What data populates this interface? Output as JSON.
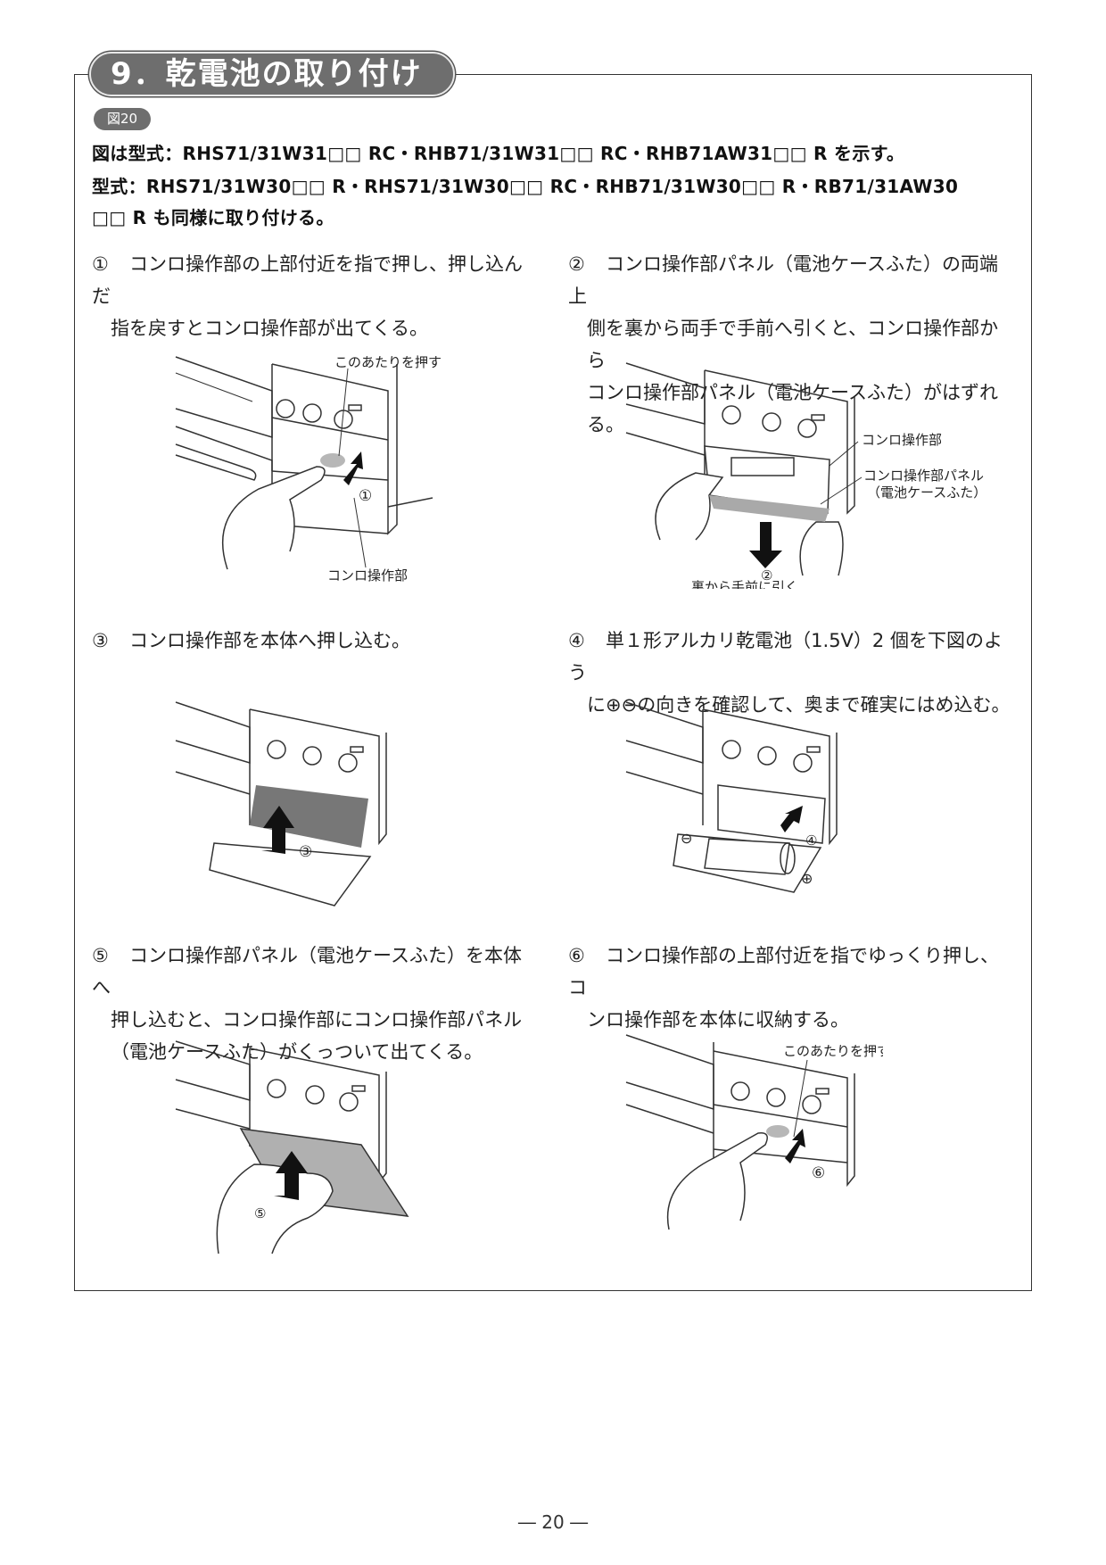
{
  "section": {
    "title": "9．乾電池の取り付け"
  },
  "figure": {
    "label": "図20"
  },
  "models": {
    "line1": "図は型式：RHS71/31W31□□ RC・RHB71/31W31□□ RC・RHB71AW31□□ R を示す。",
    "line2": "型式：RHS71/31W30□□ R・RHS71/31W30□□ RC・RHB71/31W30□□ R・RB71/31AW30",
    "line3": "□□ R も同様に取り付ける。"
  },
  "steps": [
    {
      "num": "①",
      "first": "コンロ操作部の上部付近を指で押し、押し込んだ",
      "rest": [
        "指を戻すとコンロ操作部が出てくる。"
      ]
    },
    {
      "num": "②",
      "first": "コンロ操作部パネル（電池ケースふた）の両端上",
      "rest": [
        "側を裏から両手で手前へ引くと、コンロ操作部から",
        "コンロ操作部パネル（電池ケースふた）がはずれる。"
      ]
    },
    {
      "num": "③",
      "first": "コンロ操作部を本体へ押し込む。",
      "rest": []
    },
    {
      "num": "④",
      "first": "単１形アルカリ乾電池（1.5V）2 個を下図のよう",
      "rest": [
        "に⊕⊖の向きを確認して、奥まで確実にはめ込む。"
      ]
    },
    {
      "num": "⑤",
      "first": "コンロ操作部パネル（電池ケースふた）を本体へ",
      "rest": [
        "押し込むと、コンロ操作部にコンロ操作部パネル",
        "（電池ケースふた）がくっついて出てくる。"
      ]
    },
    {
      "num": "⑥",
      "first": "コンロ操作部の上部付近を指でゆっくり押し、コ",
      "rest": [
        "ンロ操作部を本体に収納する。"
      ]
    }
  ],
  "callouts": {
    "press_here": "このあたりを押す",
    "control_unit": "コンロ操作部",
    "panel_line1": "コンロ操作部パネル",
    "panel_line2": "（電池ケースふた）",
    "pull_toward": "裏から手前に引く",
    "num1": "①",
    "num2": "②",
    "num3": "③",
    "num4": "④",
    "num5": "⑤",
    "num6": "⑥",
    "minus": "⊖",
    "plus": "⊕"
  },
  "page_number": "― 20 ―"
}
